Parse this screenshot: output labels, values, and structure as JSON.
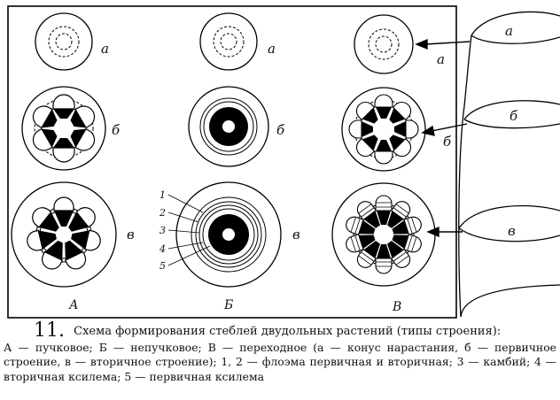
{
  "figure": {
    "column_labels": [
      "А",
      "Б",
      "В"
    ],
    "row_labels": [
      "а",
      "б",
      "в"
    ],
    "cone_labels": [
      "а",
      "б",
      "в"
    ],
    "layer_numbers": [
      "1",
      "2",
      "3",
      "4",
      "5"
    ]
  },
  "caption": {
    "number": "11.",
    "title": "Схема формирования стеблей двудольных растений (типы строения):",
    "text": "А — пучковое; Б — непучковое; В — переходное (а — конус нарастания, б — первичное строение, в — вторичное строение); 1, 2 — флоэма первичная и вторичная; 3 — камбий; 4 — вторичная ксилема; 5 — первичная ксилема"
  }
}
